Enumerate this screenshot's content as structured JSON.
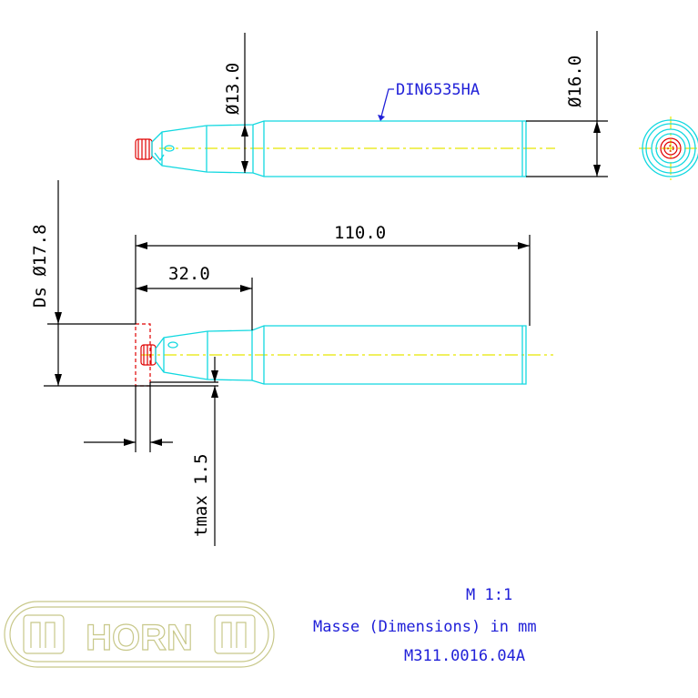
{
  "drawing": {
    "dims": {
      "d13": "Ø13.0",
      "d16": "Ø16.0",
      "ds": "Ds Ø17.8",
      "l110": "110.0",
      "l32": "32.0",
      "tmax": "tmax 1.5"
    },
    "din_label": "DIN6535HA",
    "scale_text": "M 1:1",
    "units_text": "Masse (Dimensions) in mm",
    "drawing_number": "M311.0016.04A",
    "logo_text": "HORN",
    "colors": {
      "outline": "#12d8e0",
      "centerline": "#e8e800",
      "insert": "#e00000",
      "dimension": "#000000",
      "note": "#2020d8",
      "logo": "#c8c88a"
    }
  }
}
